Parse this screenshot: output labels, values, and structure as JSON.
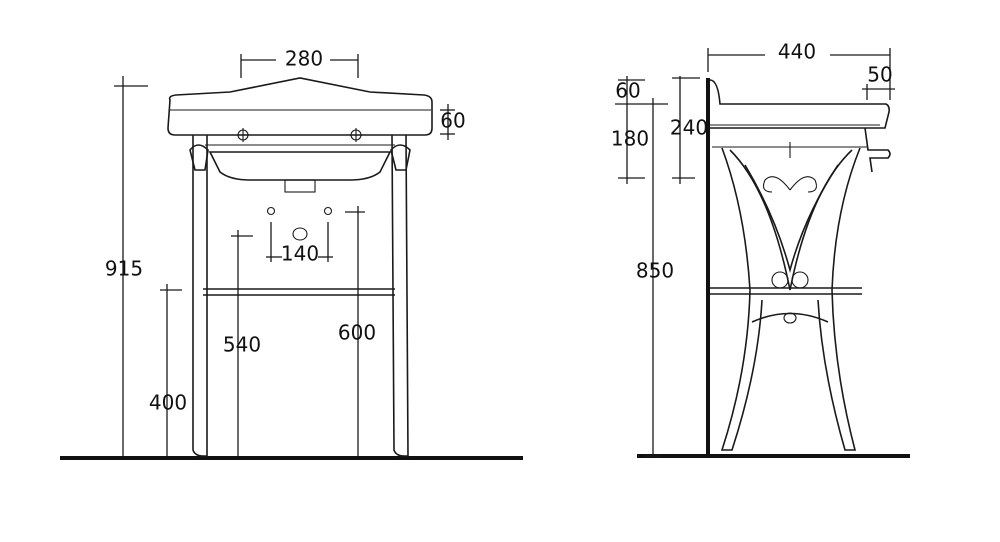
{
  "front_view": {
    "dimensions": {
      "height_total": "915",
      "crossbar_height": "400",
      "drain_height": "540",
      "supply_height": "600",
      "tap_spacing": "280",
      "rim_thickness": "60",
      "supply_spacing": "140"
    }
  },
  "side_view": {
    "dimensions": {
      "depth": "440",
      "front_overhang": "50",
      "rim_to_top": "60",
      "basin_depth": "180",
      "top_section": "240",
      "rim_height": "850"
    }
  }
}
